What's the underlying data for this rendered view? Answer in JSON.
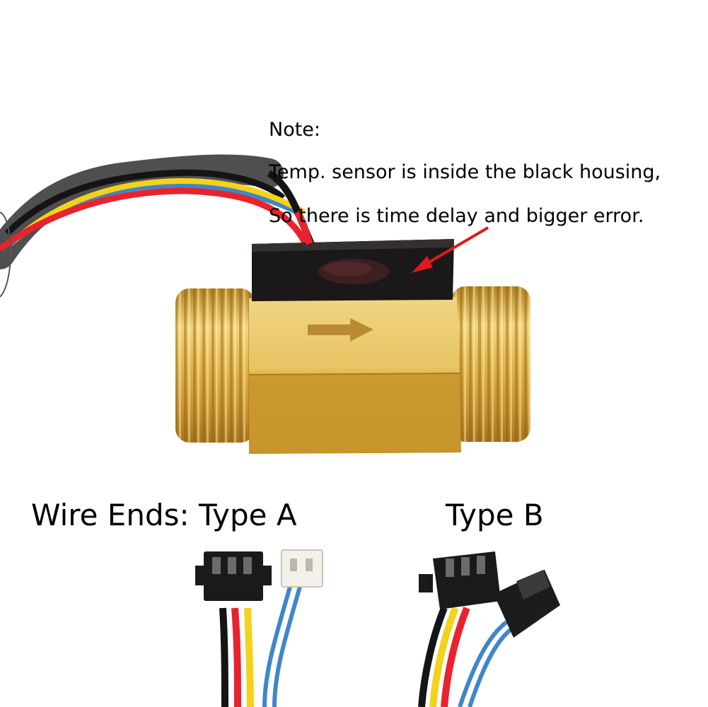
{
  "note": {
    "title": "Note:",
    "line1": "Temp. sensor is inside the black housing,",
    "line2": "So there is time delay and bigger error."
  },
  "labels": {
    "type_a": "Wire Ends: Type A",
    "type_b": "Type B"
  },
  "colors": {
    "brass": "#d8ad3c",
    "housing": "#1a1818",
    "arrow": "#e01a1a",
    "wire_red": "#e8232d",
    "wire_black": "#141414",
    "wire_yellow": "#f3d21b",
    "wire_blue": "#3f86c9"
  }
}
